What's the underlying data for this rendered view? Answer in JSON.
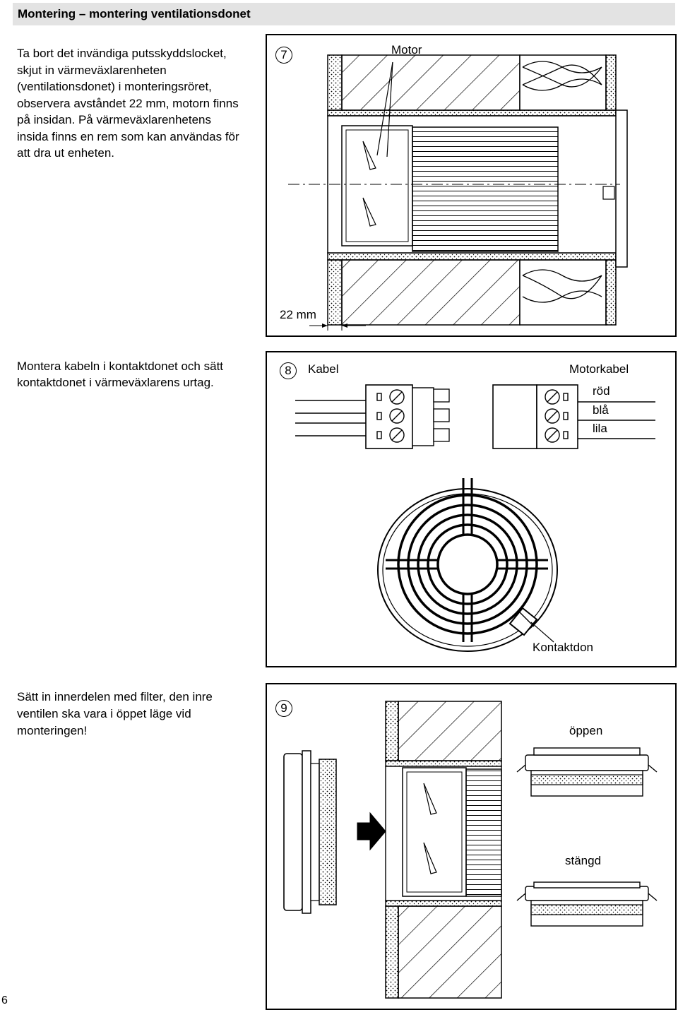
{
  "header": {
    "title": "Montering – montering ventilationsdonet"
  },
  "paragraphs": {
    "step7": "Ta bort det invändiga putsskyddslocket, skjut in värmeväxlarenheten (ventilationsdonet) i monteringsröret, observera avståndet 22 mm, motorn finns på insidan. På värmeväxlarenhetens insida finns en rem som kan användas för att dra ut enheten.",
    "step8": "Montera kabeln i kontaktdonet och sätt kontaktdonet i värmeväxlarens urtag.",
    "step9": "Sätt in innerdelen med filter, den inre ventilen ska vara i öppet läge vid monteringen!"
  },
  "figure7": {
    "number": "7",
    "motor_label": "Motor",
    "dimension_label": "22 mm"
  },
  "figure8": {
    "number": "8",
    "cable_label": "Kabel",
    "motor_cable_label": "Motorkabel",
    "wire_labels": [
      "röd",
      "blå",
      "lila"
    ],
    "connector_label": "Kontaktdon"
  },
  "figure9": {
    "number": "9",
    "open_label": "öppen",
    "closed_label": "stängd"
  },
  "page_number": "6"
}
